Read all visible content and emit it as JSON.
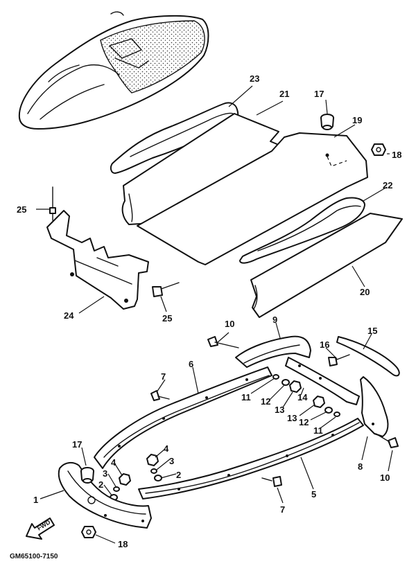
{
  "diagram": {
    "fwd_label": "FWD",
    "drawing_code": "GM65100-7150",
    "callouts": [
      {
        "label": "23"
      },
      {
        "label": "21"
      },
      {
        "label": "17"
      },
      {
        "label": "19"
      },
      {
        "label": "18"
      },
      {
        "label": "22"
      },
      {
        "label": "20"
      },
      {
        "label": "25"
      },
      {
        "label": "24"
      },
      {
        "label": "25"
      },
      {
        "label": "10"
      },
      {
        "label": "9"
      },
      {
        "label": "15"
      },
      {
        "label": "16"
      },
      {
        "label": "6"
      },
      {
        "label": "7"
      },
      {
        "label": "11"
      },
      {
        "label": "12"
      },
      {
        "label": "13"
      },
      {
        "label": "14"
      },
      {
        "label": "13"
      },
      {
        "label": "12"
      },
      {
        "label": "11"
      },
      {
        "label": "4"
      },
      {
        "label": "3"
      },
      {
        "label": "2"
      },
      {
        "label": "17"
      },
      {
        "label": "4"
      },
      {
        "label": "3"
      },
      {
        "label": "2"
      },
      {
        "label": "8"
      },
      {
        "label": "10"
      },
      {
        "label": "1"
      },
      {
        "label": "5"
      },
      {
        "label": "7"
      },
      {
        "label": "18"
      }
    ]
  }
}
